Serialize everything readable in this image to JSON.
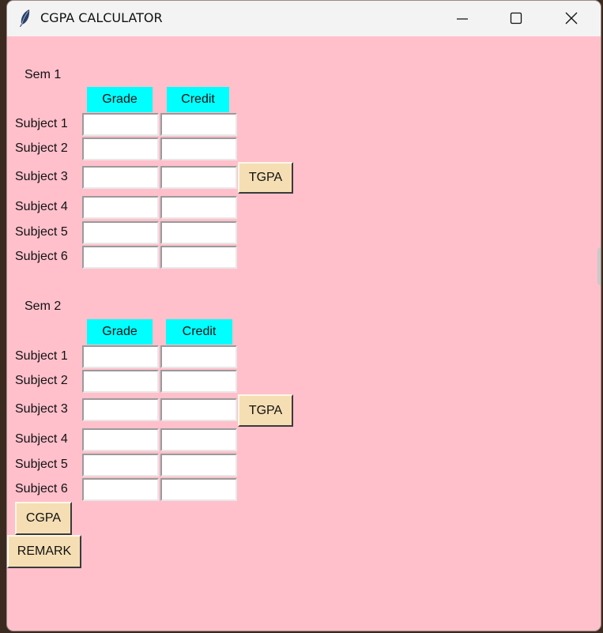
{
  "window": {
    "title": "CGPA CALCULATOR",
    "icon": "feather-icon",
    "controls": [
      "minimize-icon",
      "maximize-icon",
      "close-icon"
    ]
  },
  "colors": {
    "background": "#ffc0cb",
    "header": "#00ffff",
    "button": "#f5deb3"
  },
  "semesters": [
    {
      "label": "Sem 1",
      "grade_header": "Grade",
      "credit_header": "Credit",
      "subjects": [
        "Subject 1",
        "Subject 2",
        "Subject 3",
        "Subject 4",
        "Subject 5",
        "Subject 6"
      ],
      "tgpa_label": "TGPA"
    },
    {
      "label": "Sem 2",
      "grade_header": "Grade",
      "credit_header": "Credit",
      "subjects": [
        "Subject 1",
        "Subject 2",
        "Subject 3",
        "Subject 4",
        "Subject 5",
        "Subject 6"
      ],
      "tgpa_label": "TGPA"
    }
  ],
  "actions": {
    "cgpa_label": "CGPA",
    "remark_label": "REMARK"
  }
}
